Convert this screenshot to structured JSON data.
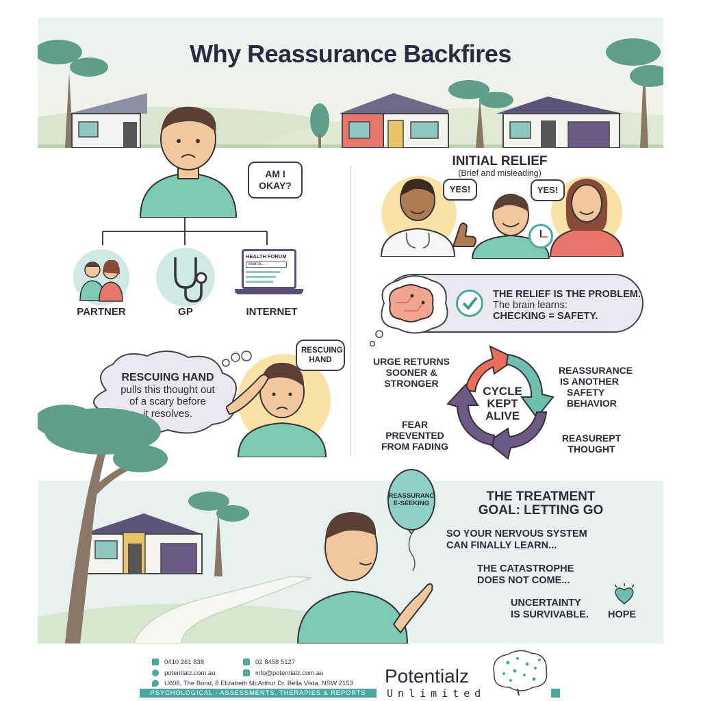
{
  "title": "Why Reassurance Backfires",
  "person_question": "AM I OKAY?",
  "sources": [
    {
      "label": "PARTNER",
      "icon": "couple-icon"
    },
    {
      "label": "GP",
      "icon": "stethoscope-icon"
    },
    {
      "label": "INTERNET",
      "icon": "laptop-icon"
    }
  ],
  "forum": {
    "title": "HEALTH FORUM",
    "search_placeholder": "Search..."
  },
  "rescuing": {
    "bubble": "RESCUING HAND",
    "heading": "RESCUING HAND",
    "body_1": "pulls this thought out",
    "body_2": "of a scary before",
    "body_3": "it resolves."
  },
  "relief": {
    "heading": "INITIAL RELIEF",
    "subheading": "(Brief and misleading)",
    "yes_doctor": "YES!",
    "yes_partner": "YES!"
  },
  "problem": {
    "line_1": "THE RELIEF IS THE PROBLEM.",
    "line_2": "The brain learns:",
    "line_3": "CHECKING = SAFETY."
  },
  "cycle": {
    "center_1": "CYCLE",
    "center_2": "KEPT",
    "center_3": "ALIVE",
    "top_left": [
      "URGE RETURNS",
      "SOONER &",
      "STRONGER"
    ],
    "top_right": [
      "REASSURANCE",
      "IS ANOTHER",
      "SAFETY",
      "BEHAVIOR"
    ],
    "bottom_left": [
      "FEAR",
      "PREVENTED",
      "FROM FADING"
    ],
    "bottom_right": [
      "REASUREPT",
      "THOUGHT"
    ],
    "colors": {
      "coral": "#e96f5c",
      "teal": "#6fbfb1",
      "purple": "#6e5a86"
    }
  },
  "treatment": {
    "balloon": "REASSURANCE-SEEKING",
    "heading_1": "THE TREATMENT",
    "heading_2": "GOAL: LETTING GO",
    "line_1a": "SO YOUR NERVOUS SYSTEM",
    "line_1b": "CAN FINALLY LEARN...",
    "line_2a": "THE CATASTROPHE",
    "line_2b": "DOES NOT COME...",
    "line_3a": "UNCERTAINTY",
    "line_3b": "IS SURVIVABLE.",
    "hope": "HOPE"
  },
  "footer": {
    "phone": "0410  261 838",
    "fax": "02 8458 5127",
    "website": "potentialz.com.au",
    "email": "info@potentialz.com.au",
    "address": "U608, The Bond, 8 Elizabeth McArthur Dr. Bella Vista, NSW 2153",
    "tagline": "PSYCHOLOGICAL - ASSESSMENTS, THERAPIES & REPORTS",
    "brand": "Potentialz",
    "brand_sub": "Unlimited"
  }
}
